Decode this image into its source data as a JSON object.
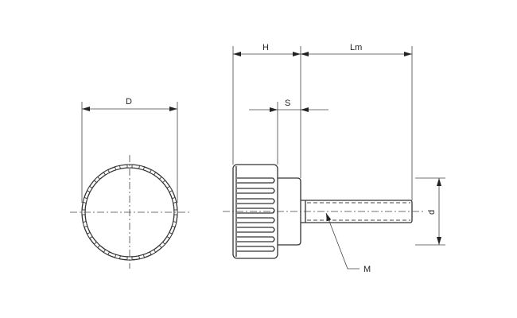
{
  "labels": {
    "D": "D",
    "H": "H",
    "Lm": "Lm",
    "S": "S",
    "d": "d",
    "M": "M"
  },
  "colors": {
    "line": "#333333",
    "background": "#ffffff"
  }
}
